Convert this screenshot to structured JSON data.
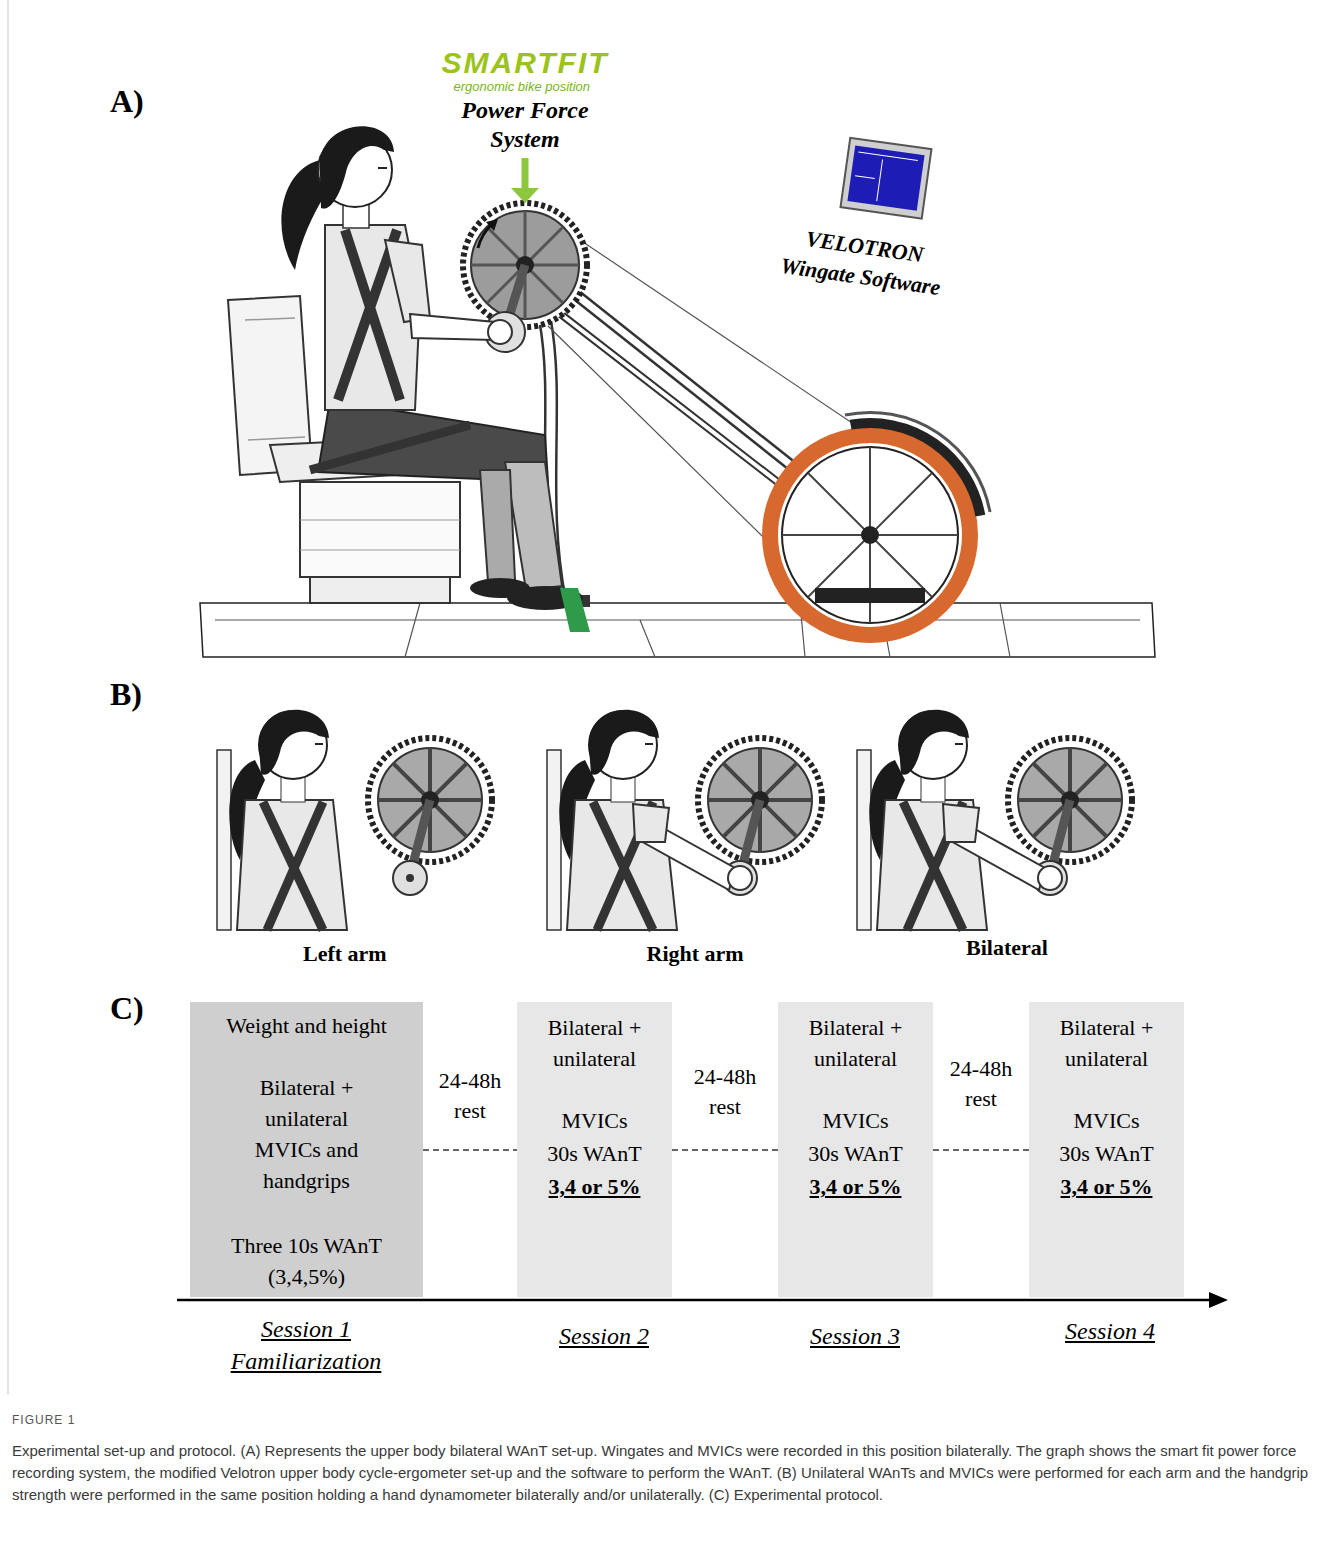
{
  "diagram": {
    "caption": "Experimental set-up and protocol. (A) Represents the upper body bilateral WAnT set-up. Wingates and MVICs were recorded in this position bilaterally. The graph shows the smart fit power force recording system, the modified Velotron upper body cycle-ergometer set-up and the software to perform the WAnT. (B) Unilateral WAnTs and MVICs were performed for each arm and the handgrip strength were performed in the same position holding a hand dynamometer bilaterally and/or unilaterally. (C) Experimental protocol.",
    "nodes": [
      {
        "text": [
          "Weight and height",
          "Bilateral + unilateral MVICs and handgrips",
          "Three 10s WAnT (3,4,5%)"
        ]
      },
      {
        "text": [
          "Bilateral + unilateral",
          "MVICs",
          "30s WAnT",
          "3,4 or 5%"
        ]
      },
      {
        "text": [
          "Bilateral + unilateral",
          "MVICs",
          "30s WAnT",
          "3,4 or 5%"
        ]
      },
      {
        "text": [
          "Bilateral + unilateral",
          "MVICs",
          "30s WAnT",
          "3,4 or 5%"
        ]
      }
    ],
    "edges": [
      {
        "from": 0,
        "to": 1,
        "label": "24-48h rest",
        "arrow": "none"
      },
      {
        "from": 1,
        "to": 2,
        "label": "24-48h rest",
        "arrow": "none"
      },
      {
        "from": 2,
        "to": 3,
        "label": "24-48h rest",
        "arrow": "none"
      }
    ],
    "labels": [
      "A)",
      "SMARTFIT",
      "ergonomic bike position",
      "Power Force System",
      "VELOTRON Wingate Software",
      "B)",
      "Left arm",
      "Right arm",
      "Bilateral",
      "C)",
      "Session 1 Familiarization",
      "Session 2",
      "Session 3",
      "Session 4",
      "FIGURE 1"
    ]
  }
}
